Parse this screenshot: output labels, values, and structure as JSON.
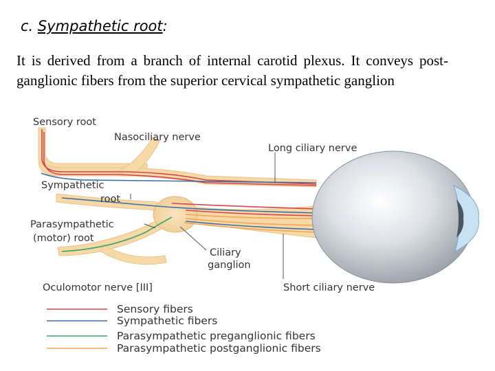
{
  "heading": {
    "prefix": "c. ",
    "title": "Sympathetic root",
    "suffix": ":"
  },
  "body_text": "It is derived from a branch of internal carotid plexus. It conveys post-ganglionic fibers from the superior cervical sympathetic ganglion",
  "diagram": {
    "labels": {
      "sensory_root": "Sensory root",
      "nasociliary_nerve": "Nasociliary nerve",
      "long_ciliary_nerve": "Long ciliary nerve",
      "sympathetic_root_line1": "Sympathetic",
      "sympathetic_root_line2": "root",
      "parasympathetic_root_line1": "Parasympathetic",
      "parasympathetic_root_line2": "(motor) root",
      "ciliary_ganglion_line1": "Ciliary",
      "ciliary_ganglion_line2": "ganglion",
      "oculomotor_nerve": "Oculomotor nerve [III]",
      "short_ciliary_nerve": "Short ciliary nerve"
    },
    "legend": [
      {
        "label": "Sensory fibers",
        "color": "#d9434b"
      },
      {
        "label": "Sympathetic fibers",
        "color": "#3d6fa8"
      },
      {
        "label": "Parasympathetic preganglionic fibers",
        "color": "#3aa36a"
      },
      {
        "label": "Parasympathetic postganglionic fibers",
        "color": "#f0a457"
      }
    ],
    "colors": {
      "nerve": "#f6d9a6",
      "nerve_outline": "#e8c48a",
      "eyeball": "#c9cfd6",
      "cornea": "#c9e2f3"
    }
  }
}
